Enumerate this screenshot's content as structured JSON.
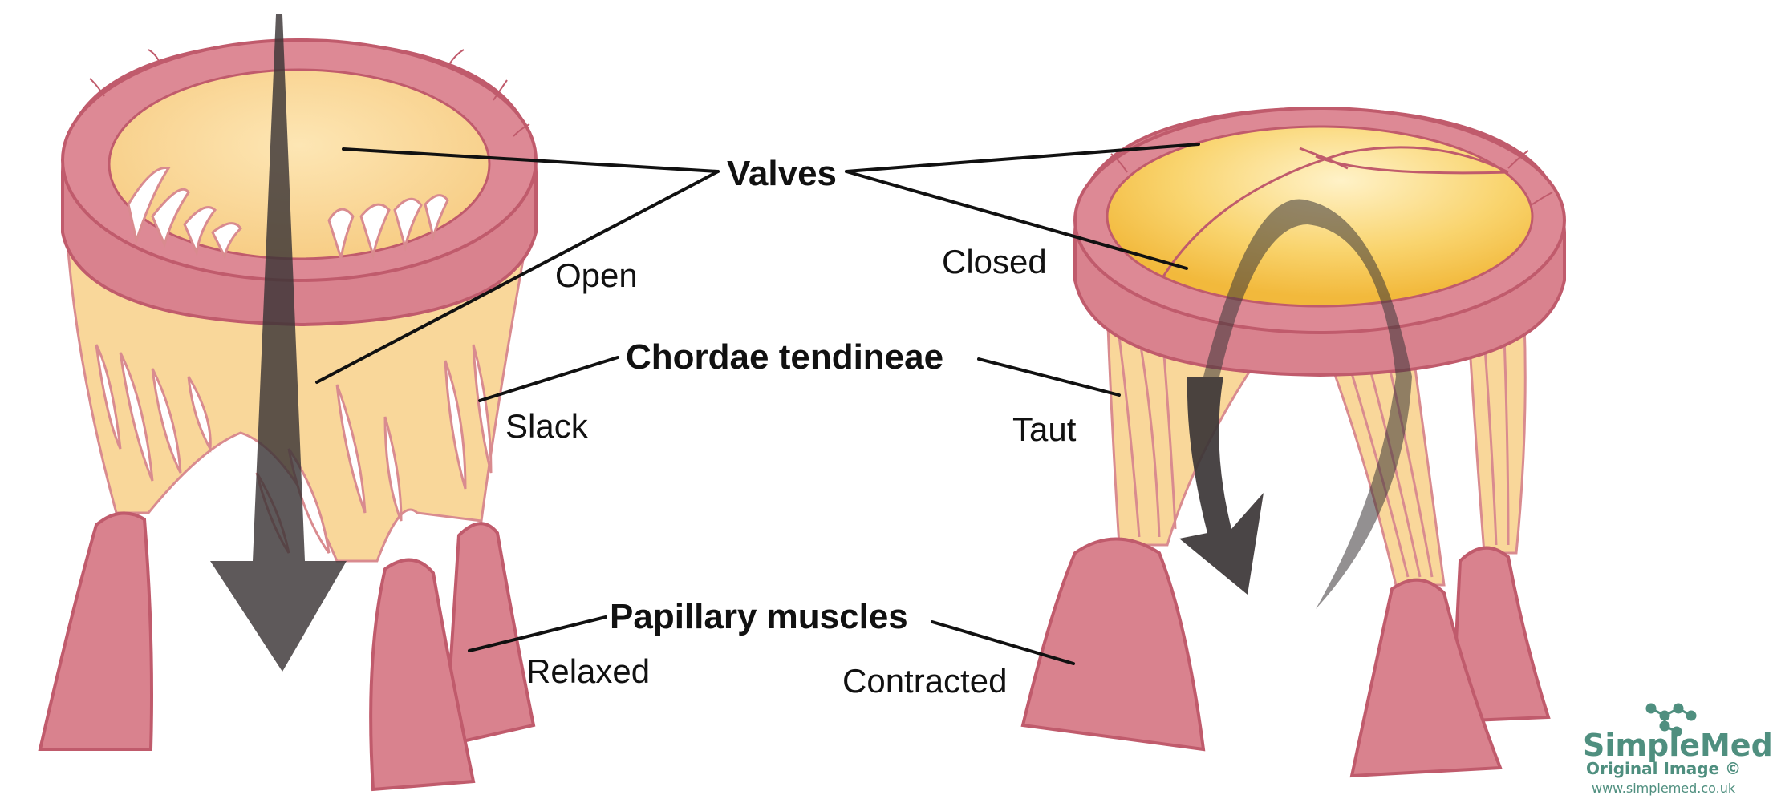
{
  "labels": {
    "valves": "Valves",
    "open": "Open",
    "closed": "Closed",
    "chordae": "Chordae tendineae",
    "slack": "Slack",
    "taut": "Taut",
    "papillary": "Papillary muscles",
    "relaxed": "Relaxed",
    "contracted": "Contracted"
  },
  "logo": {
    "name": "SimpleMed",
    "line2": "Original Image ©",
    "url": "www.simplemed.co.uk"
  },
  "colors": {
    "tissue": "#d9828e",
    "tissue_edge": "#c05b6c",
    "leaflet": "#f9d79a",
    "leaflet_edge": "#d98b8f",
    "arrow": "#3b3536",
    "logo": "#4f8f7f"
  }
}
